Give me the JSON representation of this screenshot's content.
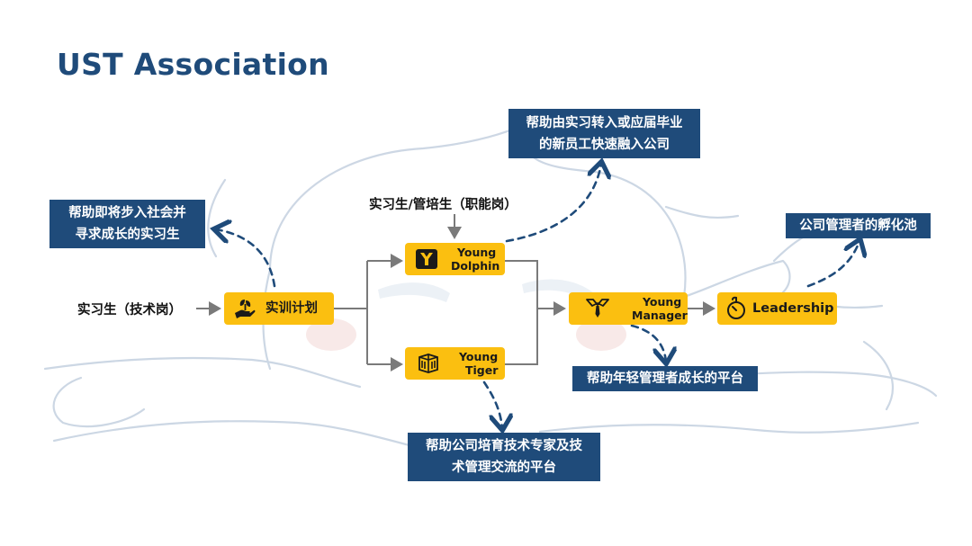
{
  "title": "UST Association",
  "inputs": {
    "intern_tech": "实习生（技术岗）",
    "intern_func": "实习生/管培生（职能岗）"
  },
  "nodes": {
    "training": "实训计划",
    "dolphin_l1": "Young",
    "dolphin_l2": "Dolphin",
    "tiger_l1": "Young",
    "tiger_l2": "Tiger",
    "manager_l1": "Young",
    "manager_l2": "Manager",
    "leadership": "Leadership"
  },
  "notes": {
    "training_l1": "帮助即将步入社会并",
    "training_l2": "寻求成长的实习生",
    "dolphin_l1": "帮助由实习转入或应届毕业",
    "dolphin_l2": "的新员工快速融入公司",
    "tiger_l1": "帮助公司培育技术专家及技",
    "tiger_l2": "术管理交流的平台",
    "manager": "帮助年轻管理者成长的平台",
    "leadership": "公司管理者的孵化池"
  },
  "colors": {
    "navy": "#1f4b7a",
    "yellow": "#fbbf10",
    "line": "#7a7a7a",
    "sketch": "#b8c6d8"
  }
}
